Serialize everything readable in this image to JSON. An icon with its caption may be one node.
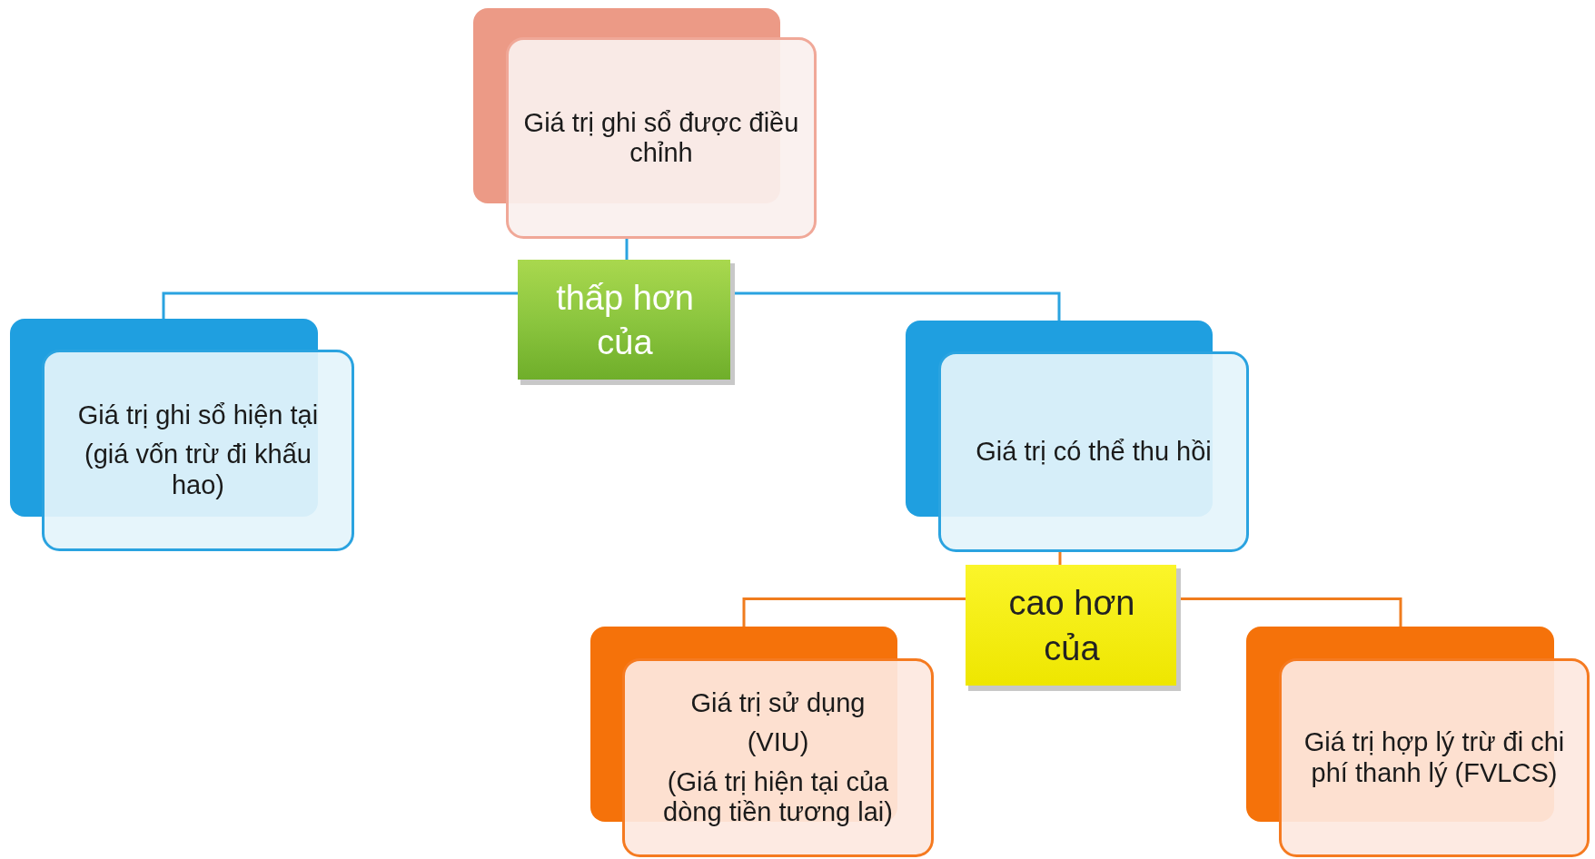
{
  "diagram": {
    "nodes": [
      {
        "text": [
          "Giá trị ghi sổ được điều chỉnh"
        ]
      },
      {
        "text": [
          "thấp hơn của"
        ]
      },
      {
        "text": [
          "Giá trị ghi sổ hiện tại",
          "(giá vốn trừ đi khấu hao)"
        ]
      },
      {
        "text": [
          "Giá trị có thể thu hồi"
        ]
      },
      {
        "text": [
          "cao hơn của"
        ]
      },
      {
        "text": [
          "Giá trị sử dụng",
          "(VIU)",
          "(Giá trị hiện tại của dòng tiền tương lai)"
        ]
      },
      {
        "text": [
          "Giá trị hợp lý trừ đi chi phí thanh lý (FVLCS)"
        ]
      }
    ],
    "edges": [
      {
        "from": 0,
        "to": 1,
        "arrow": "none"
      },
      {
        "from": 1,
        "to": 2,
        "arrow": "none"
      },
      {
        "from": 1,
        "to": 3,
        "arrow": "none"
      },
      {
        "from": 3,
        "to": 4,
        "arrow": "none",
        "color": "#f07c1e"
      },
      {
        "from": 4,
        "to": 5,
        "arrow": "none",
        "color": "#f07c1e"
      },
      {
        "from": 4,
        "to": 6,
        "arrow": "none",
        "color": "#f07c1e"
      }
    ]
  }
}
